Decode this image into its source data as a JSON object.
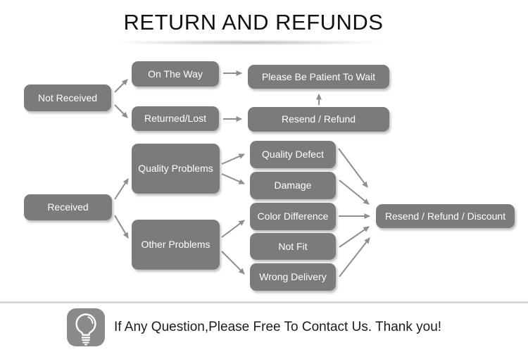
{
  "title": "RETURN AND REFUNDS",
  "flowchart": {
    "nodes": {
      "not_received": {
        "label": "Not Received"
      },
      "on_the_way": {
        "label": "On The Way"
      },
      "returned_lost": {
        "label": "Returned/Lost"
      },
      "please_wait": {
        "label": "Please Be Patient To Wait"
      },
      "resend_refund": {
        "label": "Resend / Refund"
      },
      "received": {
        "label": "Received"
      },
      "quality_problems": {
        "label": "Quality Problems"
      },
      "other_problems": {
        "label": "Other Problems"
      },
      "quality_defect": {
        "label": "Quality Defect"
      },
      "damage": {
        "label": "Damage"
      },
      "color_difference": {
        "label": "Color Difference"
      },
      "not_fit": {
        "label": "Not Fit"
      },
      "wrong_delivery": {
        "label": "Wrong Delivery"
      },
      "resend_refund_discount": {
        "label": "Resend / Refund / Discount"
      }
    },
    "edges": [
      {
        "from": "not_received",
        "to": "on_the_way"
      },
      {
        "from": "not_received",
        "to": "returned_lost"
      },
      {
        "from": "on_the_way",
        "to": "please_wait"
      },
      {
        "from": "returned_lost",
        "to": "resend_refund"
      },
      {
        "from": "resend_refund",
        "to": "please_wait"
      },
      {
        "from": "received",
        "to": "quality_problems"
      },
      {
        "from": "received",
        "to": "other_problems"
      },
      {
        "from": "quality_problems",
        "to": "quality_defect"
      },
      {
        "from": "quality_problems",
        "to": "damage"
      },
      {
        "from": "other_problems",
        "to": "color_difference"
      },
      {
        "from": "other_problems",
        "to": "wrong_delivery"
      },
      {
        "from": "quality_defect",
        "to": "resend_refund_discount"
      },
      {
        "from": "damage",
        "to": "resend_refund_discount"
      },
      {
        "from": "color_difference",
        "to": "resend_refund_discount"
      },
      {
        "from": "not_fit",
        "to": "resend_refund_discount"
      },
      {
        "from": "wrong_delivery",
        "to": "resend_refund_discount"
      }
    ]
  },
  "footer": {
    "icon": "lightbulb-icon",
    "message": "If Any Question,Please Free To Contact Us. Thank you!"
  },
  "colors": {
    "node_fill": "#7b7b7b",
    "node_text": "#ffffff",
    "arrow": "#8e8e8e",
    "title_text": "#111111",
    "divider": "#d8d8d8",
    "icon_bg": "#8a8a8a",
    "footer_text": "#1c1c1c"
  }
}
